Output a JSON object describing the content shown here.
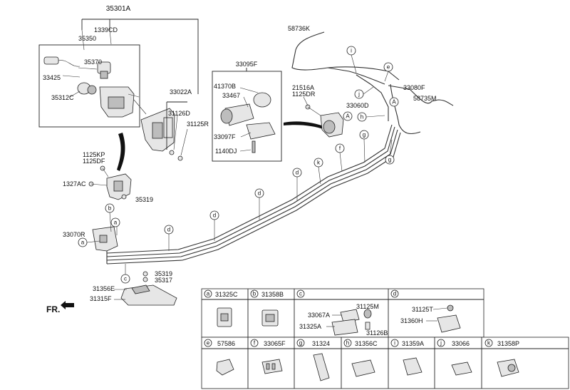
{
  "labels": {
    "p35301A": "35301A",
    "p1339CD": "1339CD",
    "p35350": "35350",
    "p35370": "35370",
    "p33425": "33425",
    "p35312C": "35312C",
    "p33022A": "33022A",
    "p31126D": "31126D",
    "p31125R": "31125R",
    "p33095F": "33095F",
    "p41370B": "41370B",
    "p33467": "33467",
    "p33097F": "33097F",
    "p1140DJ": "1140DJ",
    "p21516A": "21516A",
    "p1125DR": "1125DR",
    "p58736K": "58736K",
    "p33080F": "33080F",
    "p33060D": "33060D",
    "p58735M": "58735M",
    "p1125KP": "1125KP",
    "p1125DF": "1125DF",
    "p1327AC": "1327AC",
    "p35319a": "35319",
    "p33070R": "33070R",
    "p35319b": "35319",
    "p35317": "35317",
    "p31356E": "31356E",
    "p31315F": "31315F",
    "fr": "FR."
  },
  "callouts": {
    "a": "a",
    "b": "b",
    "c": "c",
    "d": "d",
    "e": "e",
    "f": "f",
    "g": "g",
    "h": "h",
    "i": "i",
    "j": "j",
    "k": "k",
    "A": "A"
  },
  "table": {
    "row1": [
      {
        "letter": "a",
        "part": "31325C"
      },
      {
        "letter": "b",
        "part": "31358B"
      },
      {
        "letter": "c",
        "part": "",
        "sub": [
          "31125M",
          "33067A",
          "31325A",
          "31126B"
        ]
      },
      {
        "letter": "d",
        "part": "",
        "sub": [
          "31125T",
          "31360H"
        ]
      }
    ],
    "row2": [
      {
        "letter": "e",
        "part": "57586"
      },
      {
        "letter": "f",
        "part": "33065F"
      },
      {
        "letter": "g",
        "part": "31324"
      },
      {
        "letter": "h",
        "part": "31356C"
      },
      {
        "letter": "i",
        "part": "31359A"
      },
      {
        "letter": "j",
        "part": "33066"
      },
      {
        "letter": "k",
        "part": "31358P"
      }
    ]
  }
}
